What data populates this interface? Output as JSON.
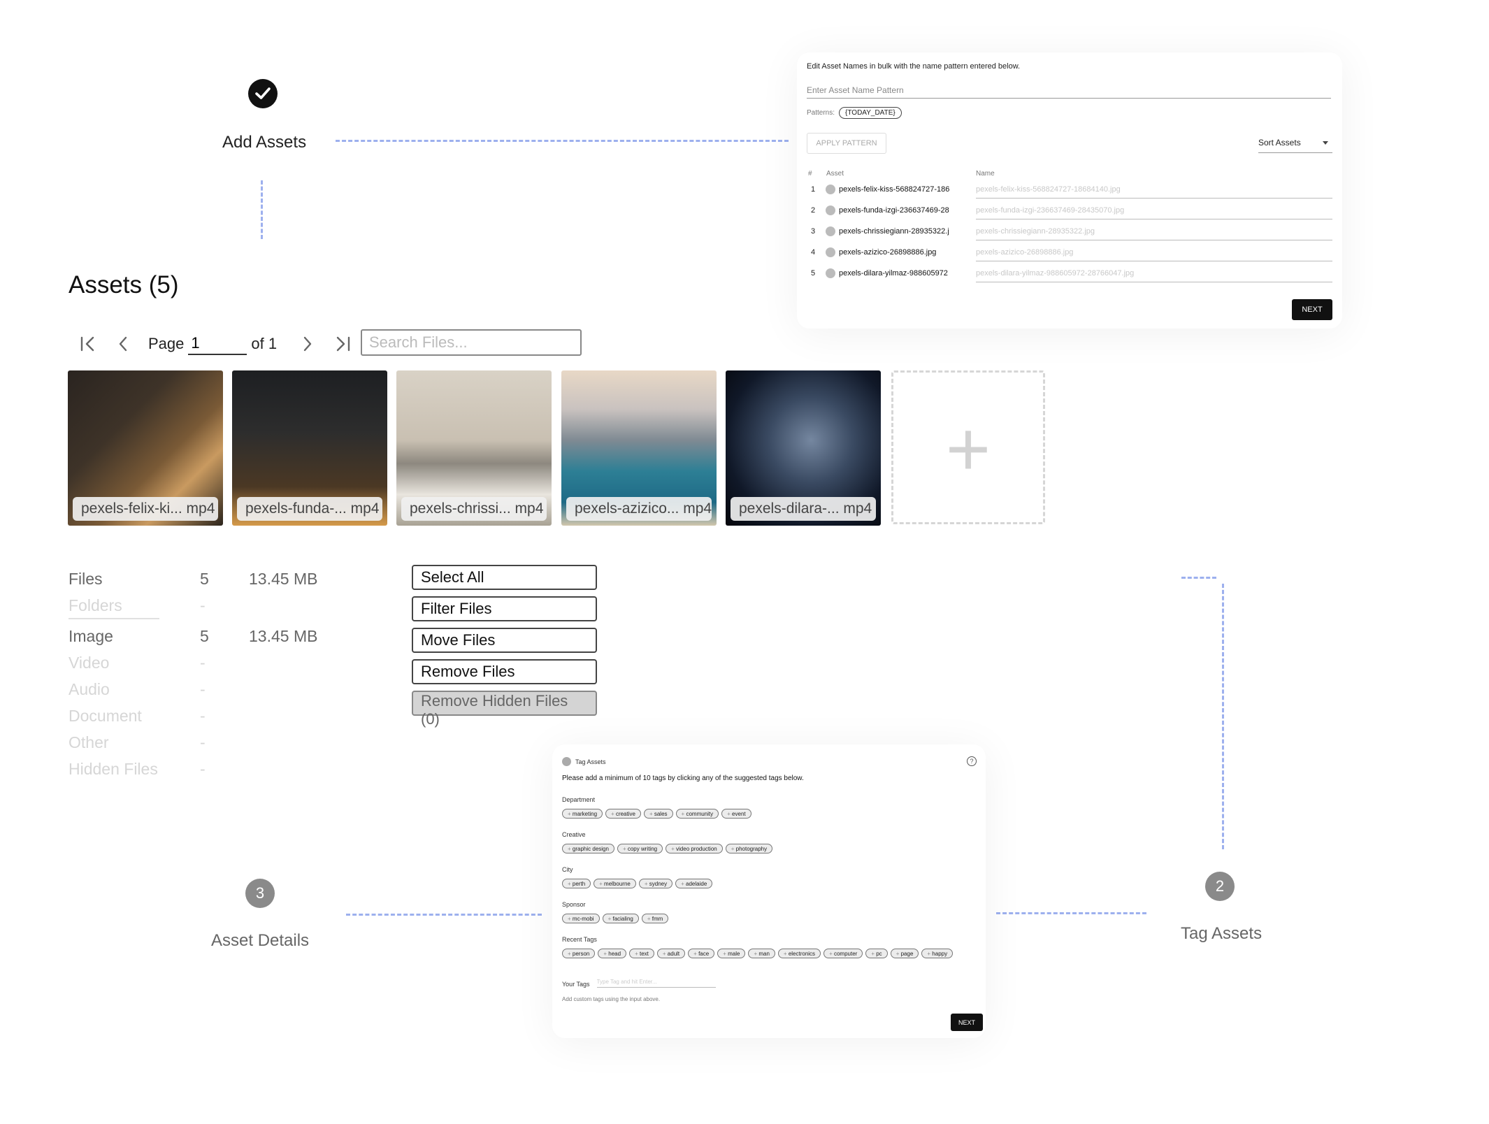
{
  "steps": {
    "add": {
      "label": "Add Assets"
    },
    "details": {
      "number": "3",
      "label": "Asset Details"
    },
    "tags": {
      "number": "2",
      "label": "Tag Assets"
    }
  },
  "assets": {
    "title": "Assets (5)",
    "pager": {
      "page_label": "Page",
      "page_value": "1",
      "of_label": "of 1"
    },
    "search_placeholder": "Search Files...",
    "thumbnails": [
      {
        "caption": "pexels-felix-ki... mp4"
      },
      {
        "caption": "pexels-funda-... mp4"
      },
      {
        "caption": "pexels-chrissi... mp4"
      },
      {
        "caption": "pexels-azizico... mp4"
      },
      {
        "caption": "pexels-dilara-... mp4"
      }
    ],
    "add_symbol": "+"
  },
  "stats": [
    {
      "label": "Files",
      "count": "5",
      "size": "13.45 MB"
    },
    {
      "label": "Folders",
      "count": "-",
      "size": ""
    },
    {
      "label": "Image",
      "count": "5",
      "size": "13.45 MB"
    },
    {
      "label": "Video",
      "count": "-",
      "size": ""
    },
    {
      "label": "Audio",
      "count": "-",
      "size": ""
    },
    {
      "label": "Document",
      "count": "-",
      "size": ""
    },
    {
      "label": "Other",
      "count": "-",
      "size": ""
    },
    {
      "label": "Hidden Files",
      "count": "-",
      "size": ""
    }
  ],
  "actions": {
    "select_all": "Select All",
    "filter_files": "Filter Files",
    "move_files": "Move Files",
    "remove_files": "Remove Files",
    "remove_hidden": "Remove Hidden Files (0)"
  },
  "rename_panel": {
    "description": "Edit Asset Names in bulk with the name pattern entered below.",
    "input_placeholder": "Enter Asset Name Pattern",
    "patterns_label": "Patterns:",
    "pattern_chip": "{TODAY_DATE}",
    "apply_label": "APPLY PATTERN",
    "sort_label": "Sort Assets",
    "col_index": "#",
    "col_asset": "Asset",
    "col_name": "Name",
    "rows": [
      {
        "index": "1",
        "asset": "pexels-felix-kiss-568824727-186",
        "name": "pexels-felix-kiss-568824727-18684140.jpg"
      },
      {
        "index": "2",
        "asset": "pexels-funda-izgi-236637469-28",
        "name": "pexels-funda-izgi-236637469-28435070.jpg"
      },
      {
        "index": "3",
        "asset": "pexels-chrissiegiann-28935322.j",
        "name": "pexels-chrissiegiann-28935322.jpg"
      },
      {
        "index": "4",
        "asset": "pexels-azizico-26898886.jpg",
        "name": "pexels-azizico-26898886.jpg"
      },
      {
        "index": "5",
        "asset": "pexels-dilara-yilmaz-988605972",
        "name": "pexels-dilara-yilmaz-988605972-28766047.jpg"
      }
    ],
    "next_label": "NEXT"
  },
  "tag_panel": {
    "title": "Tag Assets",
    "help": "?",
    "description": "Please add a minimum of 10 tags by clicking any of the suggested tags below.",
    "sections": [
      {
        "label": "Department",
        "tags": [
          "marketing",
          "creative",
          "sales",
          "community",
          "event"
        ]
      },
      {
        "label": "Creative",
        "tags": [
          "graphic design",
          "copy writing",
          "video production",
          "photography"
        ]
      },
      {
        "label": "City",
        "tags": [
          "perth",
          "melbourne",
          "sydney",
          "adelaide"
        ]
      },
      {
        "label": "Sponsor",
        "tags": [
          "mc-mobi",
          "facialing",
          "fmm"
        ]
      },
      {
        "label": "Recent Tags",
        "tags": [
          "person",
          "head",
          "text",
          "adult",
          "face",
          "male",
          "man",
          "electronics",
          "computer",
          "pc",
          "page",
          "happy"
        ]
      }
    ],
    "your_tags_label": "Your Tags",
    "your_tags_placeholder": "Type Tag and hit Enter...",
    "hint": "Add custom tags using the input above.",
    "next_label": "NEXT"
  }
}
